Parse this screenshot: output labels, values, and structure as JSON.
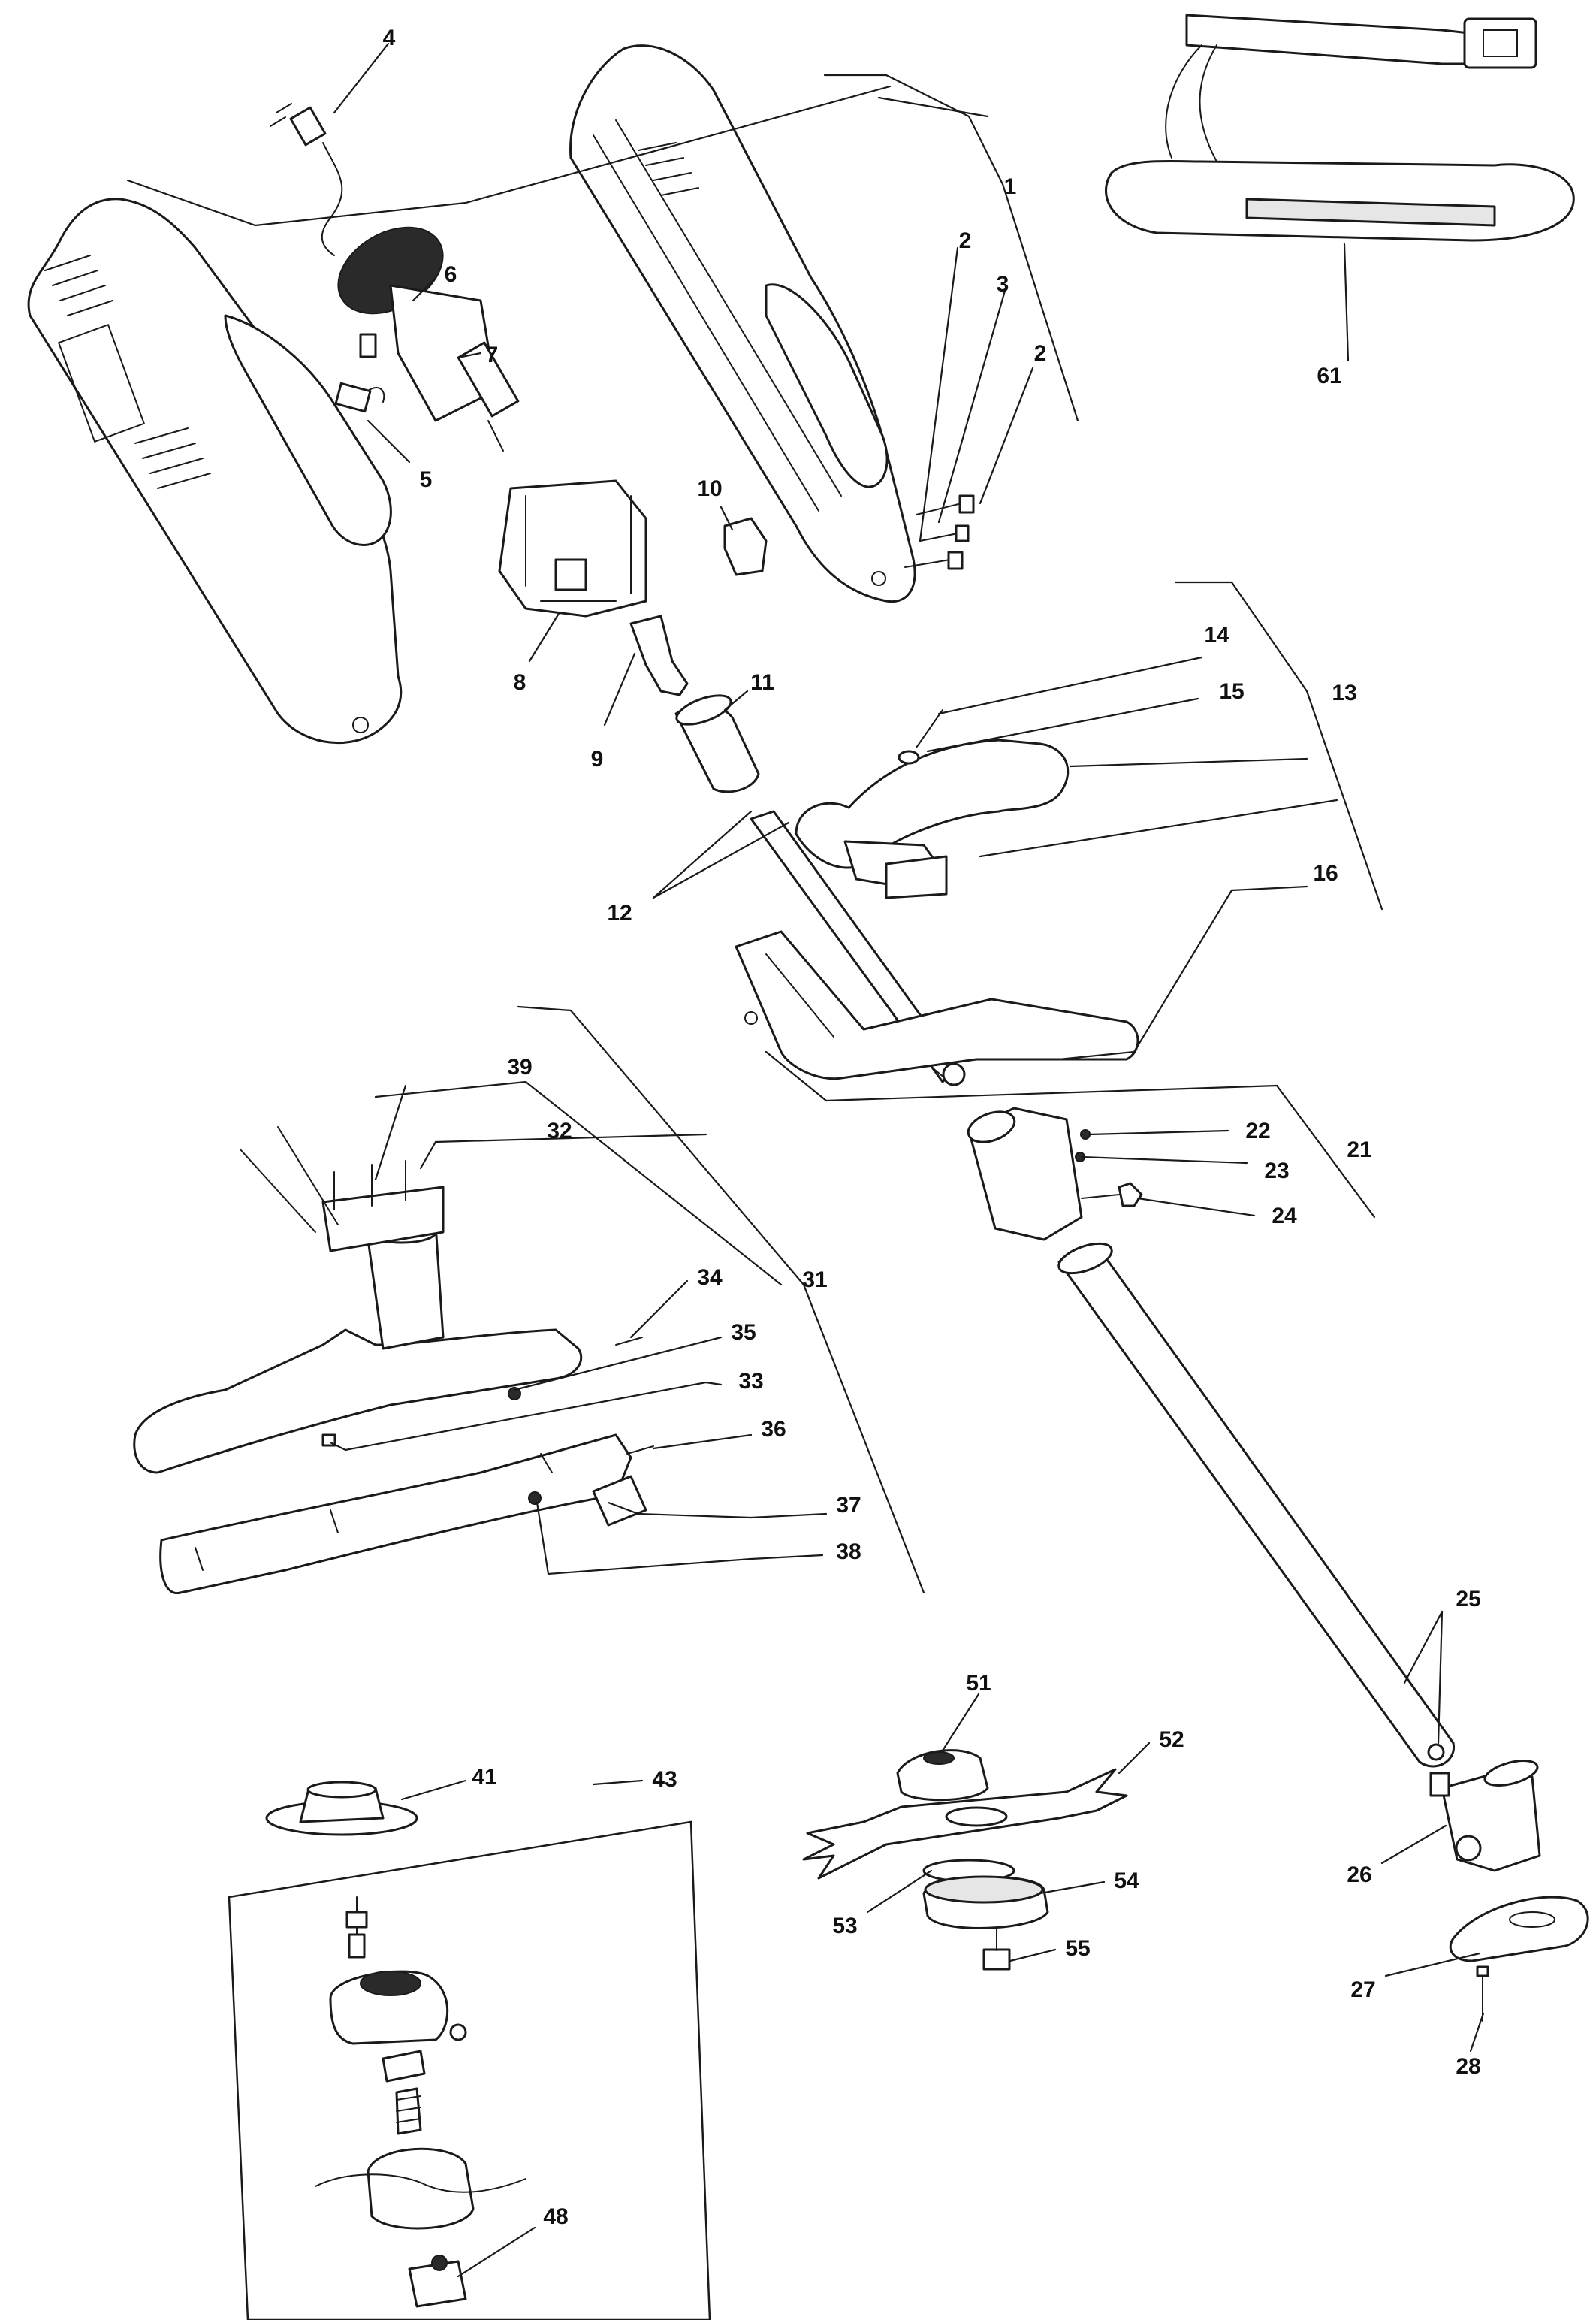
{
  "diagram": {
    "labels": {
      "l1": "1",
      "l2a": "2",
      "l2b": "2",
      "l3": "3",
      "l4": "4",
      "l5": "5",
      "l6": "6",
      "l7": "7",
      "l8": "8",
      "l9": "9",
      "l10": "10",
      "l11": "11",
      "l12": "12",
      "l13": "13",
      "l14": "14",
      "l15": "15",
      "l16": "16",
      "l21": "21",
      "l22": "22",
      "l23": "23",
      "l24": "24",
      "l25": "25",
      "l26": "26",
      "l27": "27",
      "l28": "28",
      "l31": "31",
      "l32": "32",
      "l33": "33",
      "l34": "34",
      "l35": "35",
      "l36": "36",
      "l37": "37",
      "l38": "38",
      "l39": "39",
      "l41": "41",
      "l43": "43",
      "l48": "48",
      "l51": "51",
      "l52": "52",
      "l53": "53",
      "l54": "54",
      "l55": "55",
      "l61": "61"
    }
  }
}
